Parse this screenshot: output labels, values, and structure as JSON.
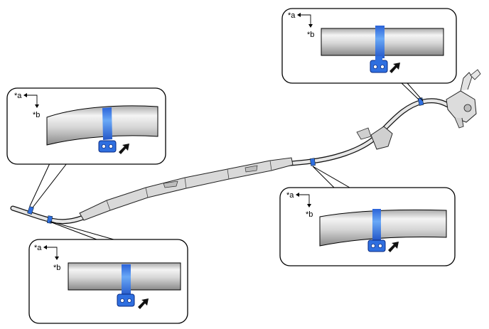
{
  "callouts": [
    {
      "id": "top-right",
      "label_a": "*a",
      "label_b": "*b"
    },
    {
      "id": "top-left",
      "label_a": "*a",
      "label_b": "*b"
    },
    {
      "id": "middle-right",
      "label_a": "*a",
      "label_b": "*b"
    },
    {
      "id": "bottom-left",
      "label_a": "*a",
      "label_b": "*b"
    }
  ],
  "colors": {
    "clamp_band": "#2f6fe0",
    "clamp_band_light": "#5fa0f5",
    "pipe_light": "#f2f2f2",
    "pipe_mid": "#c9c9c9",
    "pipe_dark": "#8f8f8f",
    "outline": "#000000",
    "arrow": "#111111"
  },
  "icons": [
    "pointer-arrow-icon",
    "axis-direction-icon",
    "clamp-clip-icon"
  ]
}
